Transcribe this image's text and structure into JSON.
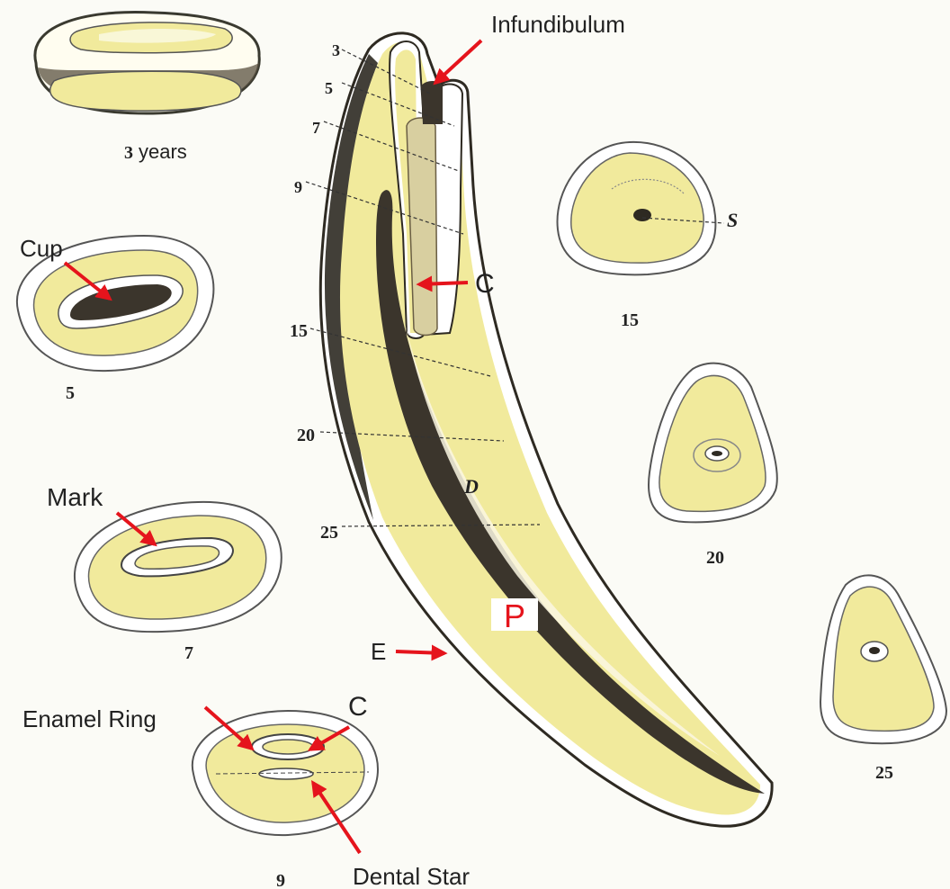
{
  "labels": {
    "infundibulum": "Infundibulum",
    "cup": "Cup",
    "mark": "Mark",
    "enamel_ring": "Enamel Ring",
    "dental_star": "Dental Star",
    "c_top": "C",
    "c_bottom": "C",
    "e": "E",
    "p": "P",
    "d": "D",
    "s": "S"
  },
  "section_captions": {
    "years3_num": "3",
    "years3_word": "years",
    "age5": "5",
    "age7": "7",
    "age9": "9",
    "age15": "15",
    "age20": "20",
    "age25": "25"
  },
  "tooth_levels": [
    "3",
    "5",
    "7",
    "9",
    "15",
    "20",
    "25"
  ],
  "colors": {
    "dentin": "#f1ea9c",
    "enamel": "#ffffff",
    "cementum_outline": "#3a3a30",
    "arrow": "#e5141c",
    "pulp": "#2e2a22",
    "background": "#fbfbf6"
  }
}
